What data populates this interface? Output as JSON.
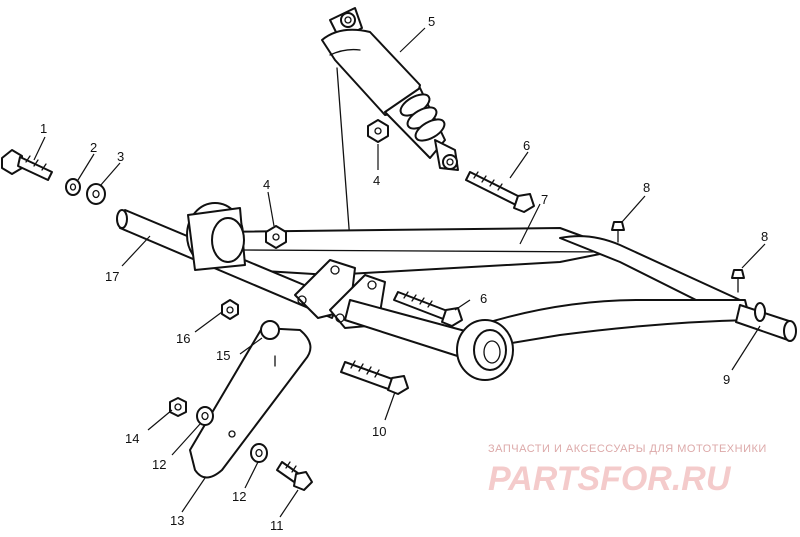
{
  "diagram": {
    "callouts": [
      {
        "id": "c1",
        "label": "1"
      },
      {
        "id": "c2",
        "label": "2"
      },
      {
        "id": "c3",
        "label": "3"
      },
      {
        "id": "c4a",
        "label": "4"
      },
      {
        "id": "c4b",
        "label": "4"
      },
      {
        "id": "c5",
        "label": "5"
      },
      {
        "id": "c6a",
        "label": "6"
      },
      {
        "id": "c6b",
        "label": "6"
      },
      {
        "id": "c7",
        "label": "7"
      },
      {
        "id": "c8a",
        "label": "8"
      },
      {
        "id": "c8b",
        "label": "8"
      },
      {
        "id": "c9",
        "label": "9"
      },
      {
        "id": "c10",
        "label": "10"
      },
      {
        "id": "c11",
        "label": "11"
      },
      {
        "id": "c12a",
        "label": "12"
      },
      {
        "id": "c12b",
        "label": "12"
      },
      {
        "id": "c13",
        "label": "13"
      },
      {
        "id": "c14",
        "label": "14"
      },
      {
        "id": "c15",
        "label": "15"
      },
      {
        "id": "c16",
        "label": "16"
      },
      {
        "id": "c17",
        "label": "17"
      }
    ]
  },
  "watermark": {
    "tagline": "ЗАПЧАСТИ И АКСЕССУАРЫ ДЛЯ МОТОТЕХНИКИ",
    "brand": "PARTSFOR.RU",
    "color": "#e8a0a0"
  }
}
